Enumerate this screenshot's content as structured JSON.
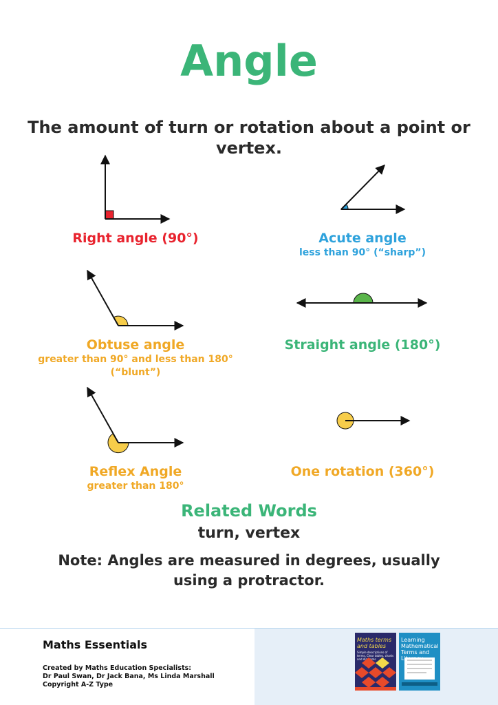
{
  "title": "Angle",
  "definition": "The amount of turn or rotation about a point or vertex.",
  "angles": {
    "right": {
      "name": "Right angle (90°)",
      "color": "#e8232e"
    },
    "acute": {
      "name": "Acute angle",
      "description": "less than 90° (“sharp”)",
      "color": "#2ea2dc"
    },
    "obtuse": {
      "name": "Obtuse angle",
      "description": "greater than 90° and less than 180° (“blunt”)",
      "color": "#f0a825"
    },
    "straight": {
      "name": "Straight angle (180°)",
      "color": "#3bb578"
    },
    "reflex": {
      "name": "Reflex Angle",
      "description": "greater than 180°",
      "color": "#f0a825"
    },
    "rotation": {
      "name": "One rotation (360°)",
      "color": "#f0a825"
    }
  },
  "related": {
    "heading": "Related Words",
    "words": "turn, vertex"
  },
  "note": "Note: Angles are measured in degrees, usually using a protractor.",
  "footer": {
    "brand": "Maths Essentials",
    "credit_line1": "Created by Maths Education Specialists:",
    "credit_line2": "Dr Paul Swan, Dr Jack Bana, Ms Linda Marshall",
    "credit_line3": "Copyright A-Z Type",
    "book1_title": "Maths terms and tables",
    "book1_subtitle": "Simple descriptions of terms, Clear tables, charts and diagrams",
    "book2_title": "Learning Mathematical Terms and Literacy"
  }
}
